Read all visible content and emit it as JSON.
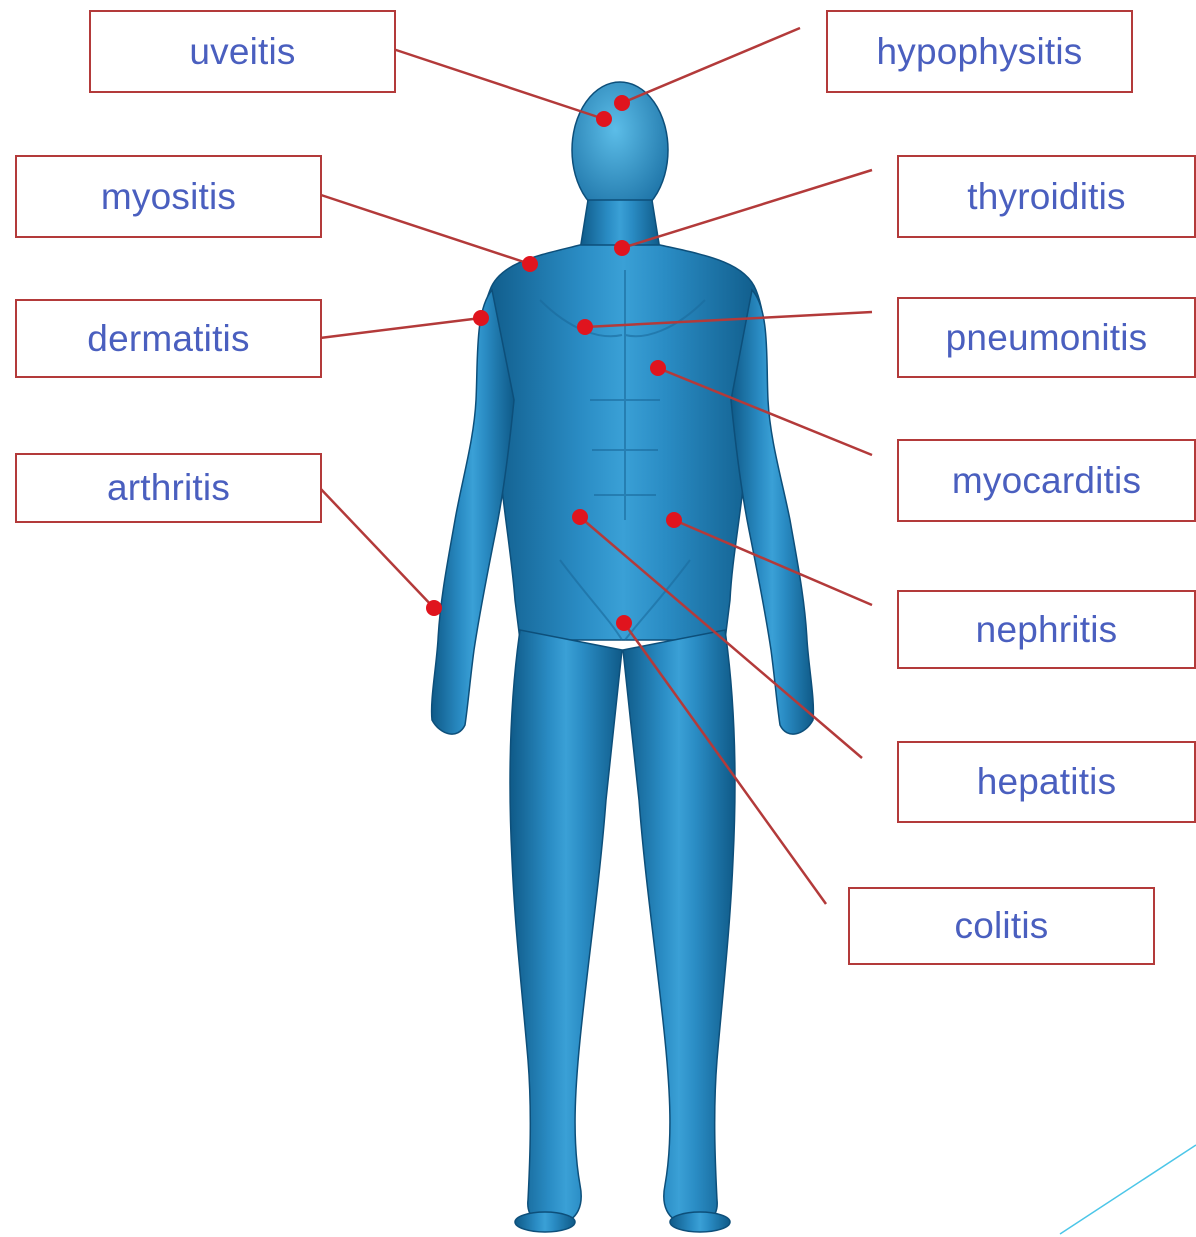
{
  "labels": {
    "uveitis": "uveitis",
    "hypophysitis": "hypophysitis",
    "myositis": "myositis",
    "thyroiditis": "thyroiditis",
    "dermatitis": "dermatitis",
    "pneumonitis": "pneumonitis",
    "arthritis": "arthritis",
    "myocarditis": "myocarditis",
    "nephritis": "nephritis",
    "hepatitis": "hepatitis",
    "colitis": "colitis"
  },
  "colors": {
    "body_fill": "#1f7fb5",
    "body_highlight": "#4fb3e0",
    "body_shadow": "#0d4f7a",
    "leader_line": "#b33a3a",
    "marker_dot": "#e0141e",
    "label_text": "#4a5fbf",
    "label_border": "#b33a3a",
    "corner_accent": "#4cc6e8"
  }
}
